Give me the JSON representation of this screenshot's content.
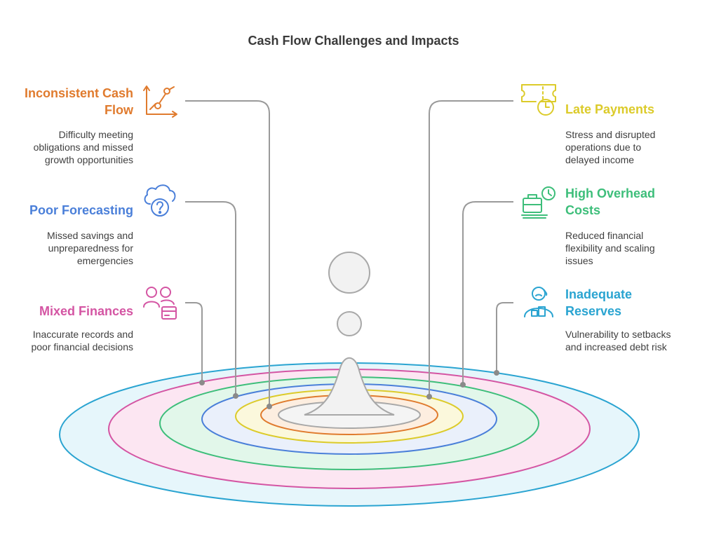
{
  "title": "Cash Flow Challenges and Impacts",
  "colors": {
    "inconsistent": "#E07B2E",
    "late": "#DCCB2A",
    "poor": "#4A7FD9",
    "overhead": "#3DBE7A",
    "mixed": "#D455A3",
    "reserves": "#2AA4D1",
    "connector": "#9a9a9a",
    "drop": "#f2f2f2",
    "drop_stroke": "#a8a8a8"
  },
  "items": {
    "inconsistent_cash_flow": {
      "title_line1": "Inconsistent Cash",
      "title_line2": "Flow",
      "desc_line1": "Difficulty meeting",
      "desc_line2": "obligations and missed",
      "desc_line3": "growth opportunities",
      "icon": "trend-line-icon"
    },
    "poor_forecasting": {
      "title_line1": "Poor Forecasting",
      "desc_line1": "Missed savings and",
      "desc_line2": "unpreparedness for",
      "desc_line3": "emergencies",
      "icon": "cloud-question-icon"
    },
    "mixed_finances": {
      "title_line1": "Mixed Finances",
      "desc_line1": "Inaccurate records and",
      "desc_line2": "poor financial decisions",
      "icon": "people-card-icon"
    },
    "late_payments": {
      "title_line1": "Late Payments",
      "desc_line1": "Stress and disrupted",
      "desc_line2": "operations due to",
      "desc_line3": "delayed income",
      "icon": "ticket-clock-icon"
    },
    "high_overhead_costs": {
      "title_line1": "High Overhead",
      "title_line2": "Costs",
      "desc_line1": "Reduced financial",
      "desc_line2": "flexibility and scaling",
      "desc_line3": "issues",
      "icon": "briefcase-clock-icon"
    },
    "inadequate_reserves": {
      "title_line1": "Inadequate",
      "title_line2": "Reserves",
      "desc_line1": "Vulnerability to setbacks",
      "desc_line2": "and increased debt risk",
      "icon": "worried-person-icon"
    }
  }
}
